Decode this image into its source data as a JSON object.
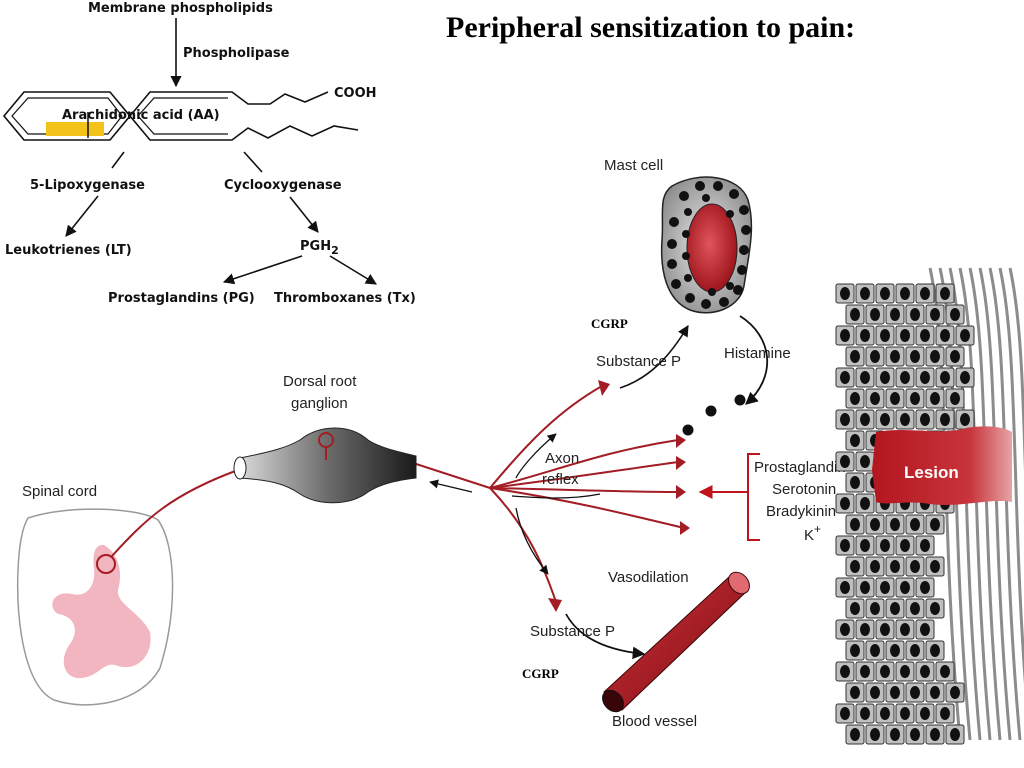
{
  "title": "Peripheral sensitization to pain:",
  "pathway": {
    "membrane": "Membrane phospholipids",
    "phospholipase": "Phospholipase",
    "arachidonic": "Arachidonic acid (AA)",
    "cooh": "COOH",
    "lipoxygenase": "5-Lipoxygenase",
    "cyclooxygenase": "Cyclooxygenase",
    "leukotrienes": "Leukotrienes (LT)",
    "pgh_base": "PGH",
    "pgh_sub": "2",
    "prostaglandins": "Prostaglandins (PG)",
    "thromboxanes": "Thromboxanes (Tx)"
  },
  "anatomy": {
    "spinal_cord": "Spinal cord",
    "drg_line1": "Dorsal root",
    "drg_line2": "ganglion",
    "axon_line1": "Axon",
    "axon_line2": "reflex",
    "mast_cell": "Mast cell",
    "histamine": "Histamine",
    "substance_p_top": "Substance P",
    "substance_p_bottom": "Substance P",
    "cgrp_top": "CGRP",
    "cgrp_bottom": "CGRP",
    "vasodilation": "Vasodilation",
    "blood_vessel": "Blood vessel",
    "lesion": "Lesion"
  },
  "mediators": [
    "Prostaglandin",
    "Serotonin",
    "Bradykinin",
    "K"
  ],
  "mediator_k_superscript": "+",
  "colors": {
    "nerve": "#a31d24",
    "cord_pink": "#f2b6c1",
    "lesion": "#b3161f",
    "cell_fill": "#bfbfbf",
    "highlight": "#f3c21b"
  }
}
